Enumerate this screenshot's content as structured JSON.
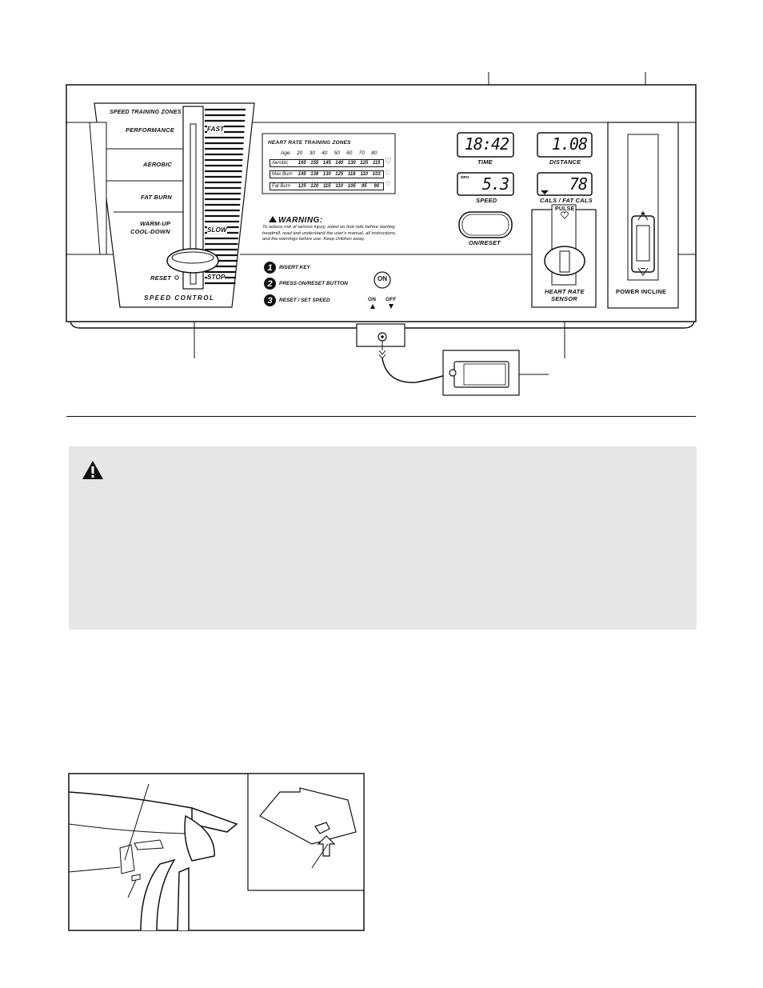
{
  "console": {
    "zones": {
      "title": "SPEED TRAINING ZONES",
      "performance": "PERFORMANCE",
      "aerobic": "AEROBIC",
      "fat_burn": "FAT BURN",
      "warmup": "WARM-UP",
      "cooldown": "COOL-DOWN",
      "reset": "RESET"
    },
    "speed_control": {
      "label": "SPEED CONTROL",
      "fast": "FAST",
      "slow": "SLOW",
      "stop": "STOP"
    },
    "hr_chart": {
      "title": "HEART RATE TRAINING ZONES",
      "age_label": "Age",
      "ages": [
        "20",
        "30",
        "40",
        "50",
        "60",
        "70",
        "80"
      ],
      "rows": [
        {
          "zone": "Aerobic",
          "values": [
            "165",
            "155",
            "145",
            "140",
            "130",
            "125",
            "115"
          ]
        },
        {
          "zone": "Max Burn",
          "values": [
            "145",
            "138",
            "130",
            "125",
            "118",
            "110",
            "103"
          ]
        },
        {
          "zone": "Fat Burn",
          "values": [
            "125",
            "120",
            "115",
            "110",
            "105",
            "95",
            "90"
          ]
        }
      ]
    },
    "warning": {
      "title": "WARNING:",
      "text": "To reduce risk of serious injury, stand on foot rails before starting treadmill, read and understand the user's manual, all instructions, and the warnings before use.  Keep children away."
    },
    "steps": [
      {
        "num": "1",
        "text": "INSERT KEY"
      },
      {
        "num": "2",
        "text": "PRESS ON/RESET BUTTON"
      },
      {
        "num": "3",
        "text": "RESET / SET SPEED"
      }
    ],
    "on_button": "ON",
    "on_label": "ON",
    "off_label": "OFF",
    "displays": {
      "time": {
        "value": "18:42",
        "label": "TIME"
      },
      "distance": {
        "value": "1.08",
        "label": "DISTANCE"
      },
      "speed": {
        "value": "5.3",
        "label": "SPEED",
        "unit": "MPH"
      },
      "cals": {
        "value": "78",
        "label": "CALS / FAT CALS"
      }
    },
    "on_reset_label": "ON/RESET",
    "pulse_label": "PULSE",
    "hr_sensor_label": "HEART RATE SENSOR",
    "hr_sensor_l1": "HEART RATE",
    "hr_sensor_l2": "SENSOR",
    "power_incline": "POWER INCLINE",
    "incline_plus": "+",
    "incline_minus": "−"
  }
}
